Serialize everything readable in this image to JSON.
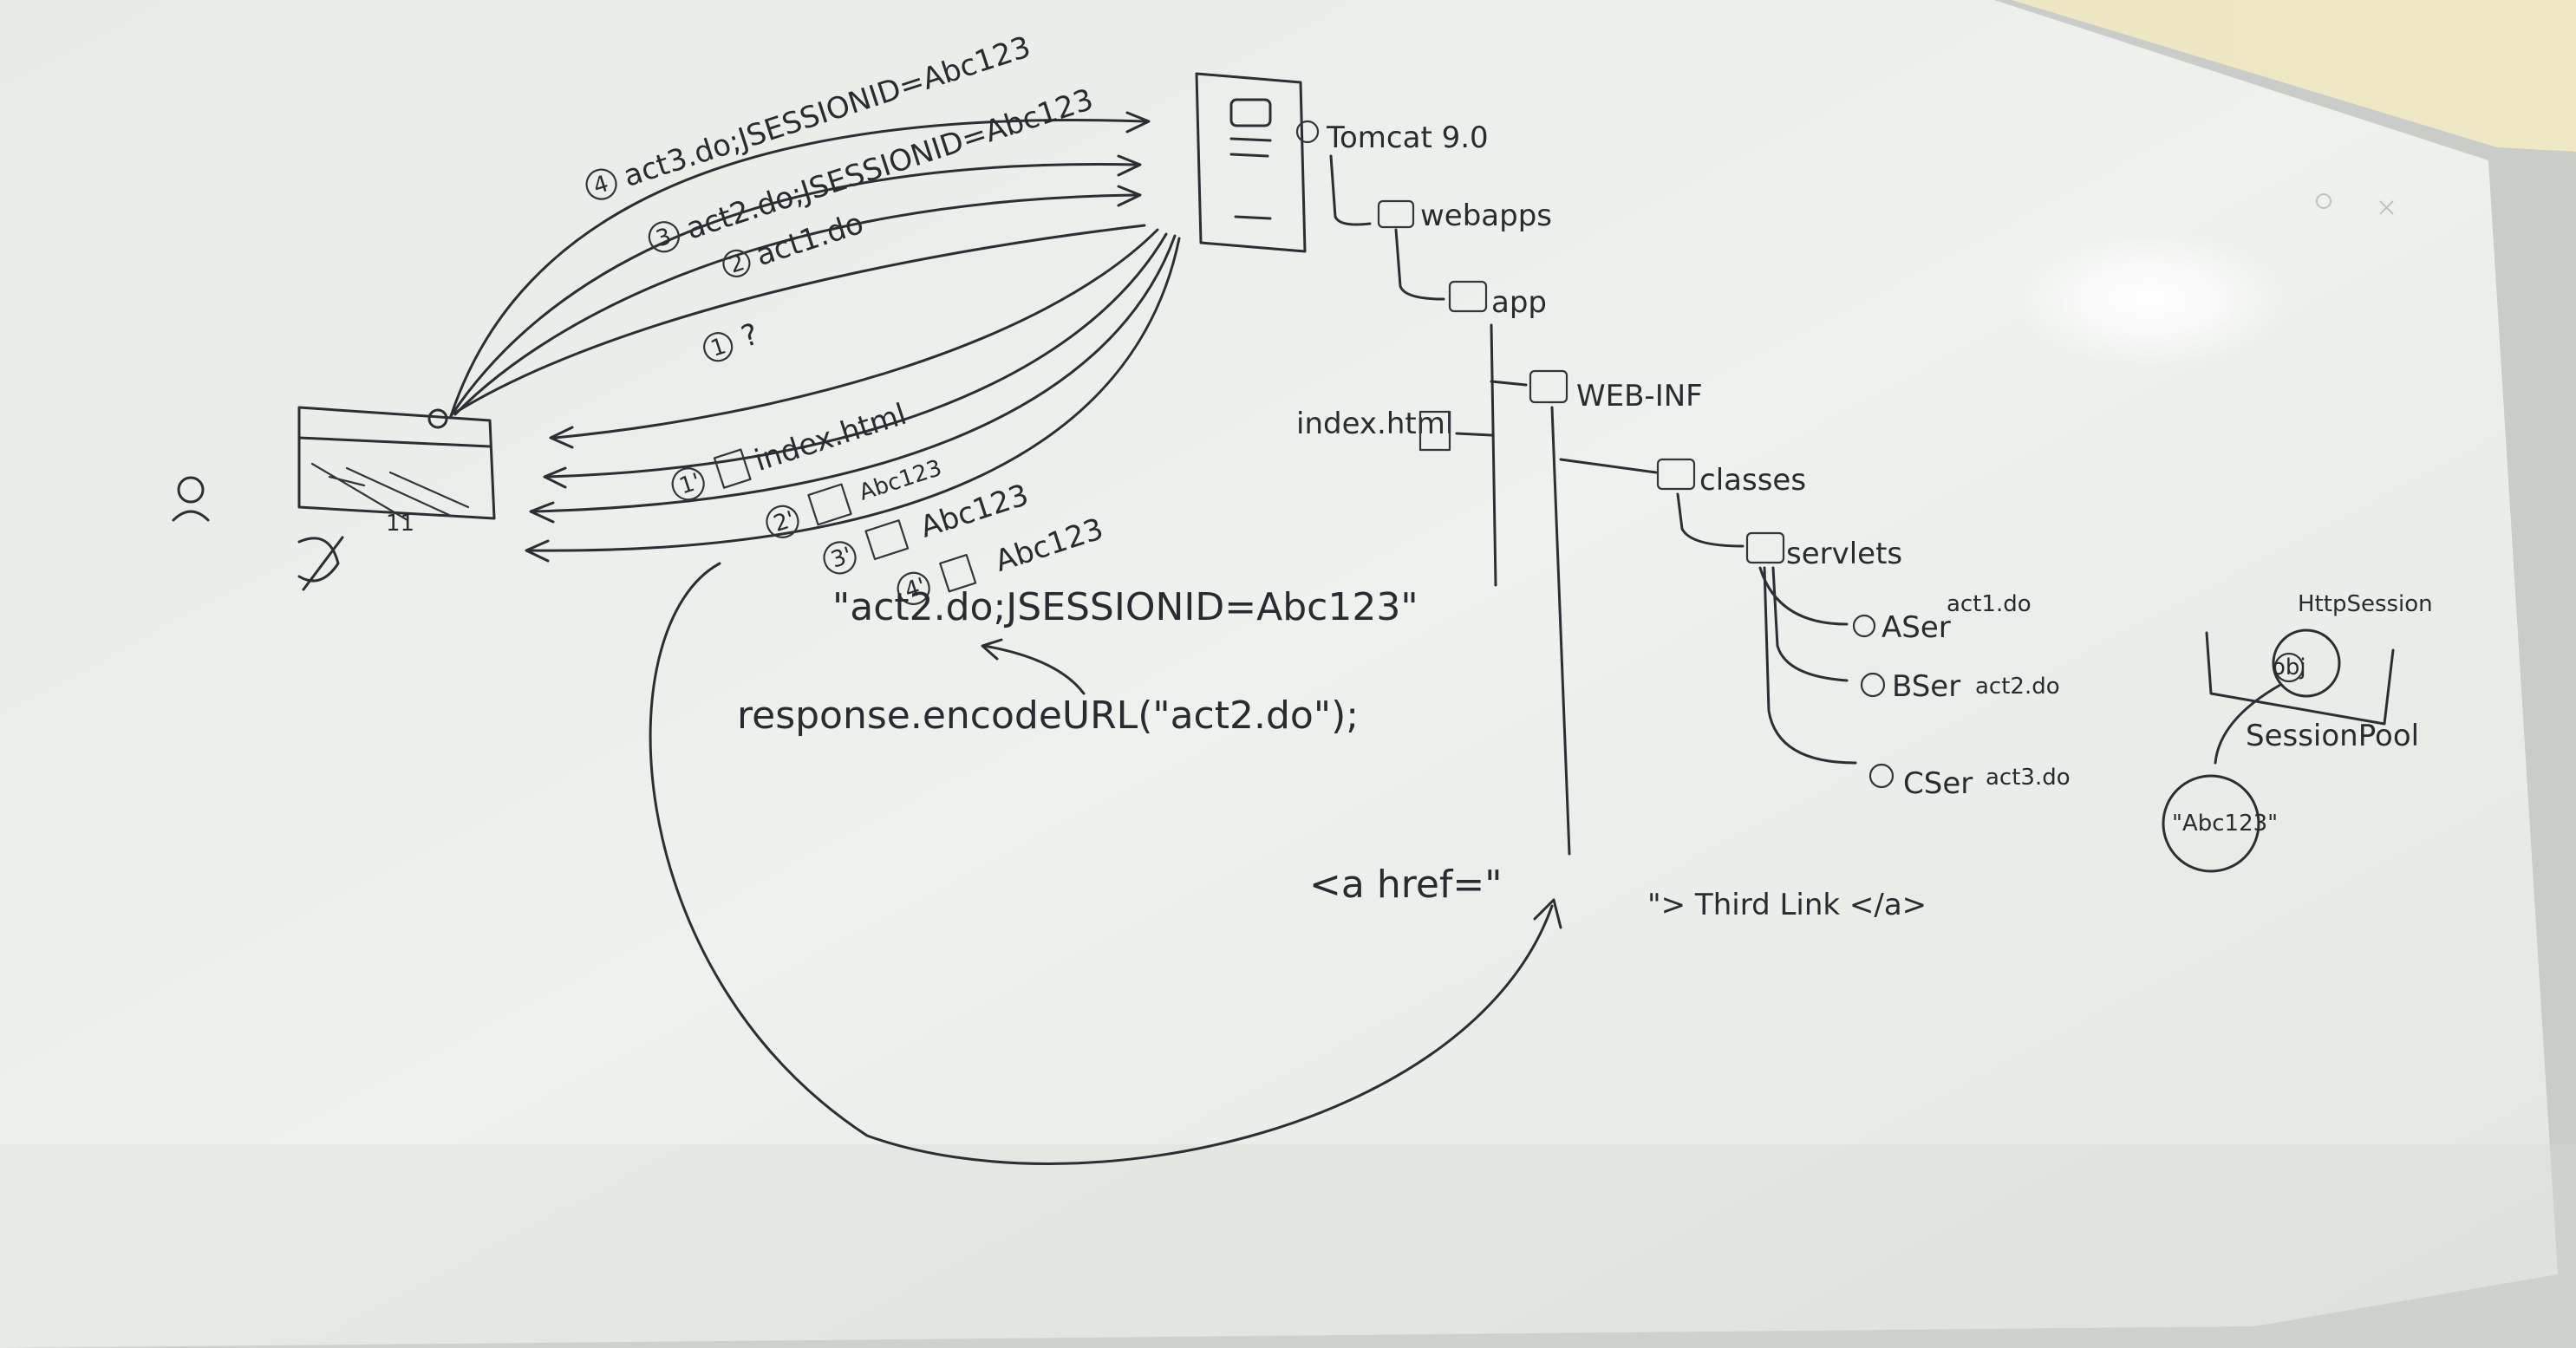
{
  "whiteboard": {
    "request_labels": [
      {
        "num": "4",
        "text": "act3.do;JSESSIONID=Abc123"
      },
      {
        "num": "3",
        "text": "act2.do;JSESSIONID=Abc123"
      },
      {
        "num": "2",
        "text": "act1.do"
      },
      {
        "num": "1",
        "text": "?"
      }
    ],
    "response_labels": [
      {
        "num": "1'",
        "text": "index.html"
      },
      {
        "num": "2'",
        "text": "Abc123"
      },
      {
        "num": "3'",
        "text": "Abc123"
      },
      {
        "num": "4'",
        "text": "Abc123"
      }
    ],
    "tree": {
      "root": "Tomcat 9.0",
      "webapps": "webapps",
      "app": "app",
      "webinf": "WEB-INF",
      "index": "index.html",
      "classes": "classes",
      "servlets": "servlets",
      "servlet_items": [
        {
          "name": "ASer",
          "url": "act1.do"
        },
        {
          "name": "BSer",
          "url": "act2.do"
        },
        {
          "name": "CSer",
          "url": "act3.do"
        }
      ]
    },
    "code_url": "\"act2.do;JSESSIONID=Abc123\"",
    "code_call": "response.encodeURL(\"act2.do\");",
    "anchor_start": "<a href=\"",
    "anchor_end": "\"> Third Link </a>",
    "session": {
      "httpsession": "HttpSession",
      "obj": "obj",
      "pool": "SessionPool",
      "id": "\"Abc123\""
    },
    "browser_mark": "11"
  }
}
